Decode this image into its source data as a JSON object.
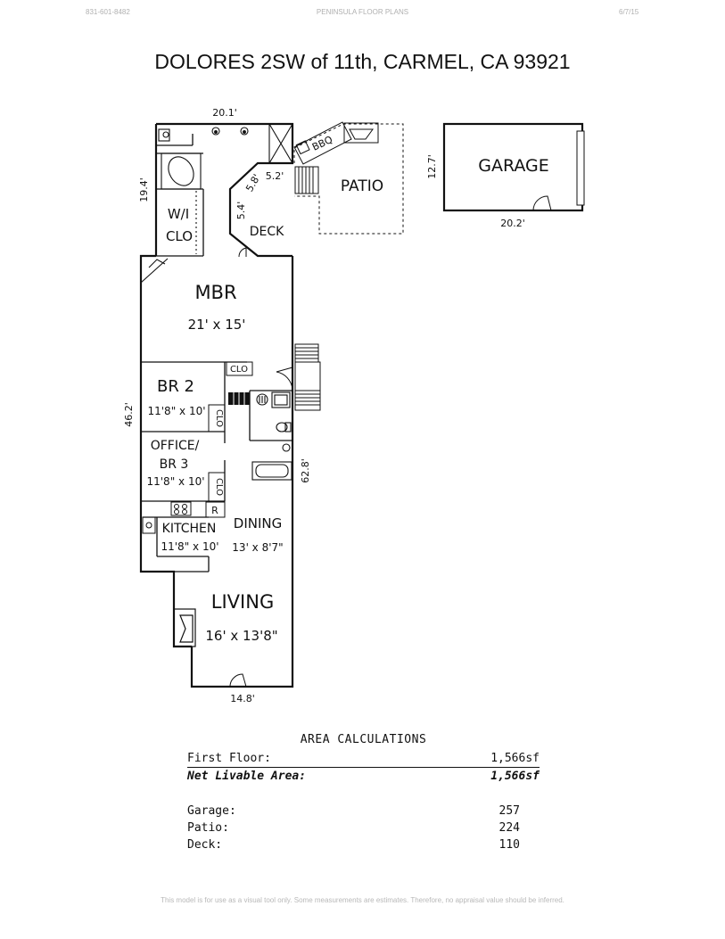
{
  "header": {
    "phone": "831-601-8482",
    "company": "PENINSULA FLOOR PLANS",
    "date": "6/7/15"
  },
  "title": "DOLORES 2SW of 11th, CARMEL, CA  93921",
  "dimensions": {
    "top_width": "20.1'",
    "left_upper": "19.4'",
    "deck_a": "5.2'",
    "deck_b": "5.8'",
    "deck_c": "5.4'",
    "garage_height": "12.7'",
    "garage_width": "20.2'",
    "left_main": "46.2'",
    "right_main": "62.8'",
    "bottom_width": "14.8'"
  },
  "rooms": {
    "wi": "W/I",
    "clo": "CLO",
    "deck": "DECK",
    "patio": "PATIO",
    "bbq": "BBQ",
    "garage": "GARAGE",
    "mbr": "MBR",
    "mbr_size": "21' x 15'",
    "clo_label": "CLO",
    "br2": "BR 2",
    "br2_size": "11'8\" x 10'",
    "office": "OFFICE/",
    "br3": "BR 3",
    "office_size": "11'8\" x 10'",
    "r": "R",
    "kitchen": "KITCHEN",
    "kitchen_size": "11'8\" x 10'",
    "dining": "DINING",
    "dining_size": "13' x 8'7\"",
    "living": "LIVING",
    "living_size": "16' x 13'8\""
  },
  "area": {
    "title": "AREA CALCULATIONS",
    "first_floor_label": "First  Floor:",
    "first_floor_value": "1,566sf",
    "net_label": "Net Livable Area:",
    "net_value": "1,566sf",
    "garage_label": "Garage:",
    "garage_value": "257",
    "patio_label": "Patio:",
    "patio_value": "224",
    "deck_label": "Deck:",
    "deck_value": "110"
  },
  "disclaimer": "This model is for use as a visual tool only.  Some measurements are estimates.  Therefore, no appraisal value should be inferred."
}
